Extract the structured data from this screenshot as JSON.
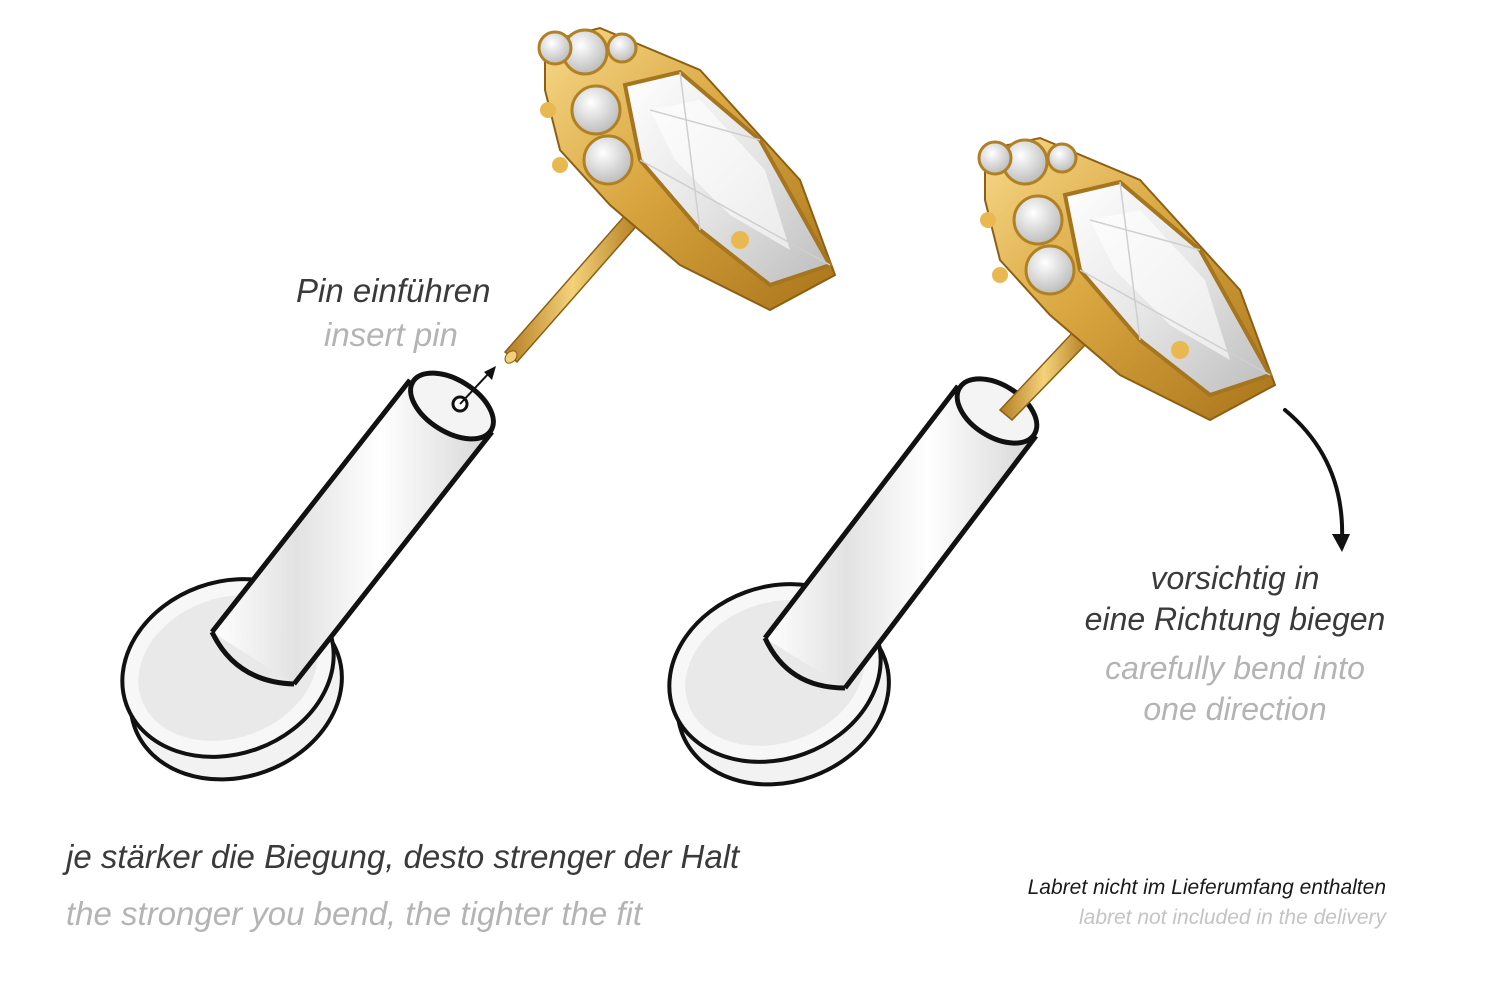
{
  "step_insert": {
    "de": "Pin einführen",
    "en": "insert pin"
  },
  "step_bend": {
    "de_line1": "vorsichtig in",
    "de_line2": "eine Richtung biegen",
    "en_line1": "carefully bend into",
    "en_line2": "one direction"
  },
  "tip": {
    "de": "je stärker die Biegung, desto strenger der Halt",
    "en": "the stronger you bend, the tighter the fit"
  },
  "note": {
    "de": "Labret nicht im Lieferumfang enthalten",
    "en": "labret not included in the delivery"
  },
  "colors": {
    "gold": "#d9a640",
    "outline": "#111111",
    "text_de": "#3a3a3a",
    "text_en": "#b4b4b4"
  },
  "icons": [
    "labret-outline",
    "gold-crystal-top",
    "arrow-insert",
    "arrow-bend"
  ]
}
